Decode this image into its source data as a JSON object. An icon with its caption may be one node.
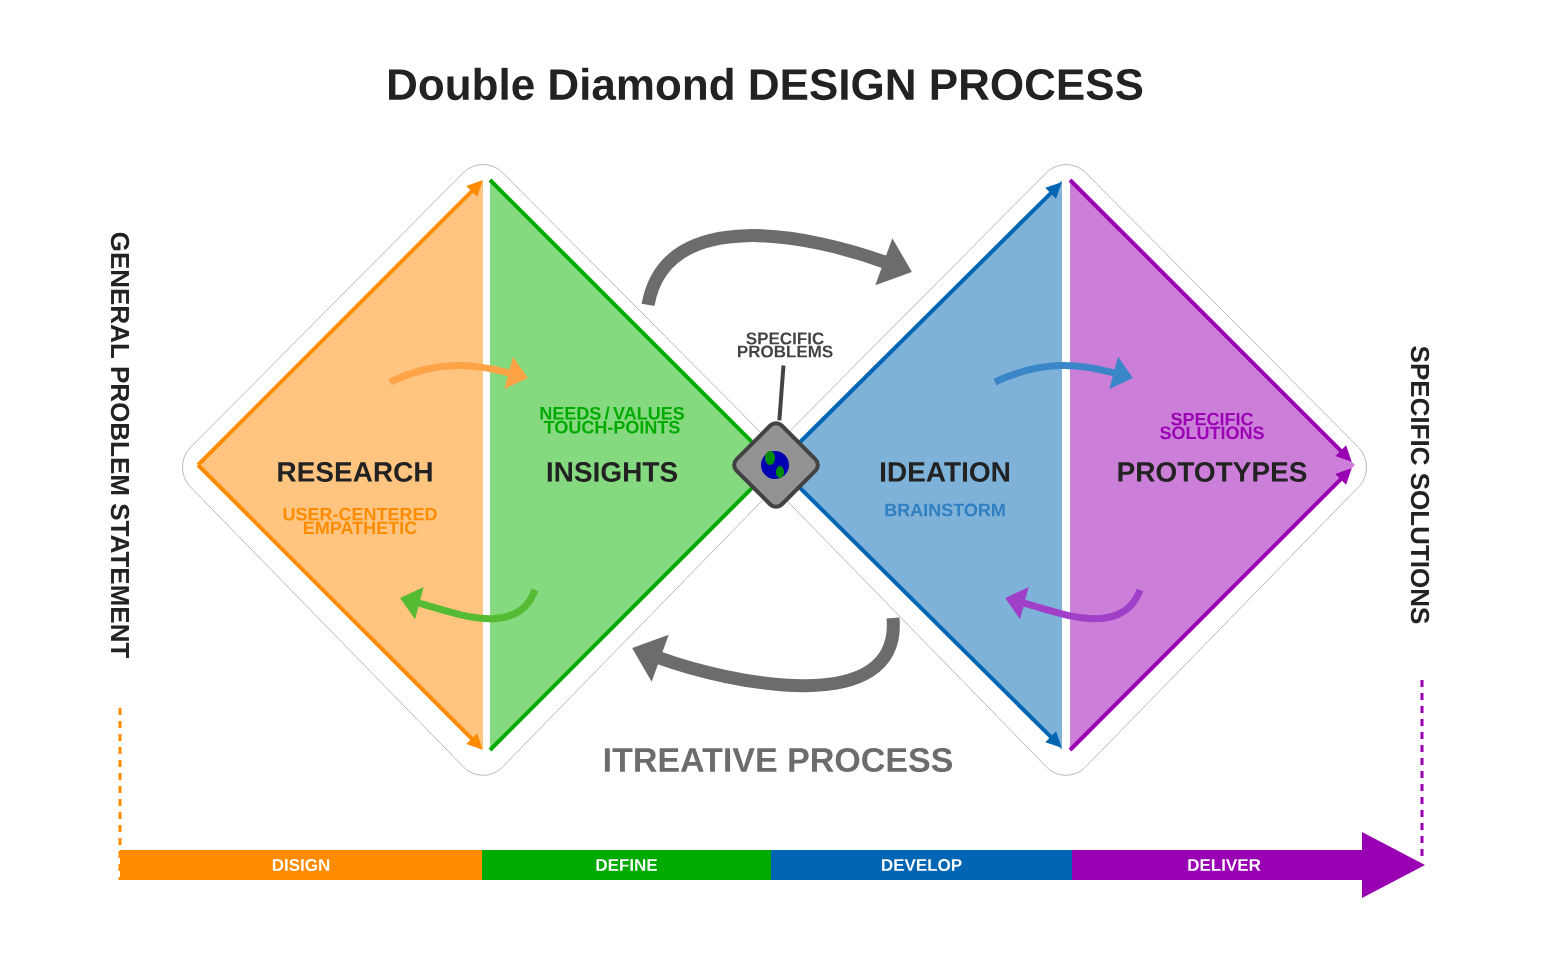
{
  "diagram": {
    "title": "Double Diamond DESIGN PROCESS",
    "nodes": [
      {
        "text": [
          "RESEARCH",
          "USER-CENTERED EMPATHETIC"
        ]
      },
      {
        "text": [
          "NEEDS / VALUES TOUCH-POINTS",
          "INSIGHTS"
        ]
      },
      {
        "text": [
          "SPECIFIC PROBLEMS"
        ]
      },
      {
        "text": [],
        "shape": "diamond"
      },
      {
        "text": [
          "IDEATION",
          "BRAINSTORM"
        ]
      },
      {
        "text": [
          "SPECIFIC SOLUTIONS",
          "PROTOTYPES"
        ]
      },
      {
        "text": [
          "DISIGN"
        ]
      },
      {
        "text": [
          "DEFINE"
        ]
      },
      {
        "text": [
          "DEVELOP"
        ]
      },
      {
        "text": [
          "DELIVER"
        ]
      }
    ],
    "edges": [
      {
        "from": 0,
        "to": 1,
        "arrow": "to",
        "color": "#ffa347"
      },
      {
        "from": 1,
        "to": 0,
        "arrow": "to",
        "color": "#55bb33"
      },
      {
        "from": 4,
        "to": 5,
        "arrow": "to",
        "color": "#3a86c8"
      },
      {
        "from": 5,
        "to": 4,
        "arrow": "to",
        "color": "#a040c8"
      },
      {
        "from": 1,
        "to": 4,
        "arrow": "to",
        "style": "thick"
      },
      {
        "from": 4,
        "to": 1,
        "arrow": "to",
        "style": "thick"
      },
      {
        "from": 2,
        "to": 3,
        "arrow": "none",
        "color": "#444444"
      }
    ],
    "labels": [
      "GENERAL PROBLEM STATEMENT",
      "ITREATIVE PROCESS",
      "SPECIFIC SOLUTIONS"
    ]
  }
}
